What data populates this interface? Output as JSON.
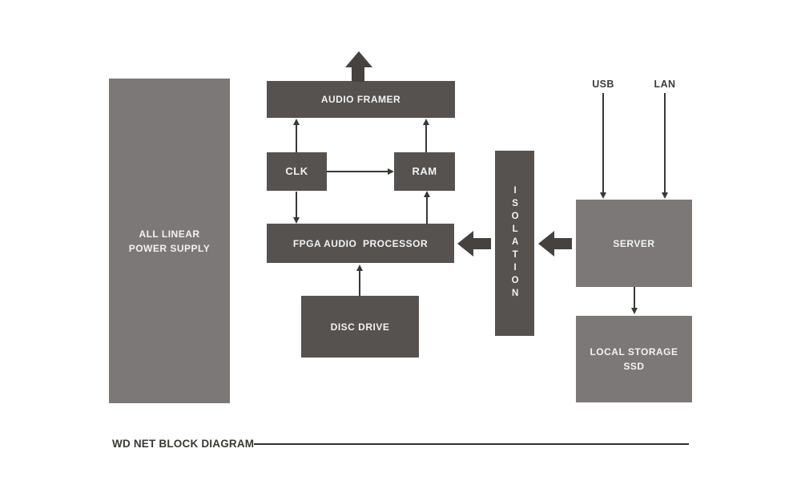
{
  "title": {
    "text": "WD NET BLOCK DIAGRAM"
  },
  "colors": {
    "dark_block": "#555250",
    "medium_block": "#7b7877",
    "thin_arrow": "#3a3836",
    "big_arrow": "#454240",
    "block_text": "#f4f3f2",
    "label_text": "#3d3b3a",
    "title_text": "#3a3836",
    "rule": "#33312f",
    "bg": "#ffffff"
  },
  "external_ports": {
    "usb": "USB",
    "lan": "LAN"
  },
  "blocks": {
    "power_supply": {
      "line1": "ALL LINEAR",
      "line2": "POWER SUPPLY"
    },
    "audio_framer": {
      "label": "AUDIO FRAMER"
    },
    "clk": {
      "label": "CLK"
    },
    "ram": {
      "label": "RAM"
    },
    "fpga_audio_processor": {
      "label": "FPGA AUDIO  PROCESSOR"
    },
    "disc_drive": {
      "label": "DISC DRIVE"
    },
    "isolation": {
      "label": "ISOLATION"
    },
    "server": {
      "label": "SERVER"
    },
    "local_storage_ssd": {
      "line1": "LOCAL STORAGE",
      "line2": "SSD"
    }
  },
  "connections": [
    "AUDIO FRAMER -> output (big up arrow)",
    "CLK -> AUDIO FRAMER",
    "RAM -> AUDIO FRAMER",
    "CLK -> RAM",
    "CLK -> FPGA AUDIO PROCESSOR",
    "FPGA AUDIO PROCESSOR -> RAM",
    "DISC DRIVE -> FPGA AUDIO PROCESSOR",
    "ISOLATION -> FPGA AUDIO PROCESSOR (big left arrow)",
    "SERVER -> ISOLATION (big left arrow)",
    "USB -> SERVER",
    "LAN -> SERVER",
    "SERVER -> LOCAL STORAGE SSD"
  ]
}
